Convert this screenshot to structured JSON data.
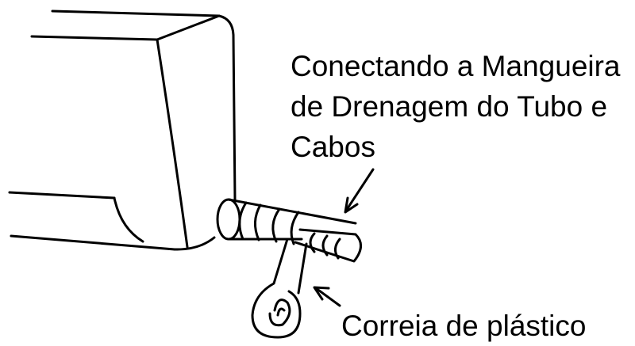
{
  "labels": {
    "hose_connection": {
      "line1": "Conectando a Mangueira",
      "line2": "de Drenagem do Tubo e",
      "line3": "Cabos"
    },
    "plastic_strap": "Correia de plástico"
  },
  "colors": {
    "line": "#000000",
    "background": "#ffffff"
  }
}
